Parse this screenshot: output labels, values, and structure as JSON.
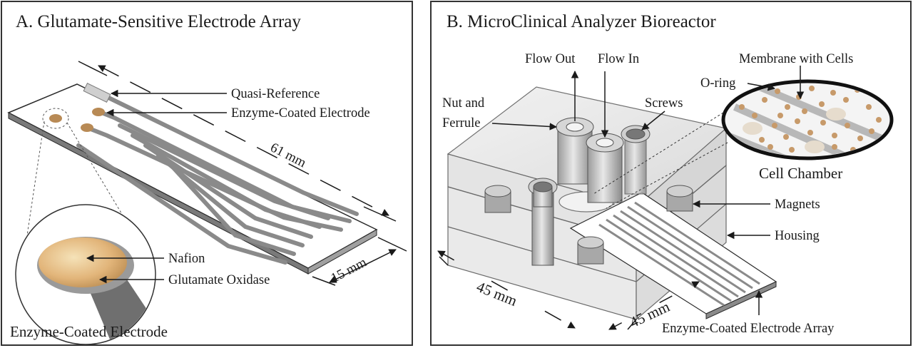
{
  "panel_a": {
    "title": "A. Glutamate-Sensitive Electrode Array",
    "labels": {
      "quasi_reference": "Quasi-Reference",
      "enzyme_coated_electrode": "Enzyme-Coated Electrode",
      "length": "61 mm",
      "width": "15 mm",
      "nafion": "Nafion",
      "glutamate_oxidase": "Glutamate Oxidase",
      "inset_caption": "Enzyme-Coated Electrode"
    }
  },
  "panel_b": {
    "title": "B. MicroClinical Analyzer Bioreactor",
    "labels": {
      "flow_out": "Flow Out",
      "flow_in": "Flow In",
      "membrane_with_cells": "Membrane with Cells",
      "o_ring": "O-ring",
      "nut_and": "Nut and",
      "ferrule": "Ferrule",
      "screws": "Screws",
      "cell_chamber": "Cell Chamber",
      "magnets": "Magnets",
      "housing": "Housing",
      "dim_left": "45 mm",
      "dim_right": "45 mm",
      "electrode_array": "Enzyme-Coated Electrode Array"
    }
  },
  "colors": {
    "frame": "#333333",
    "text": "#1a1a1a",
    "trace": "#8a8a8a",
    "electrode": "#b88a55",
    "glass": "#e6e6e6"
  }
}
